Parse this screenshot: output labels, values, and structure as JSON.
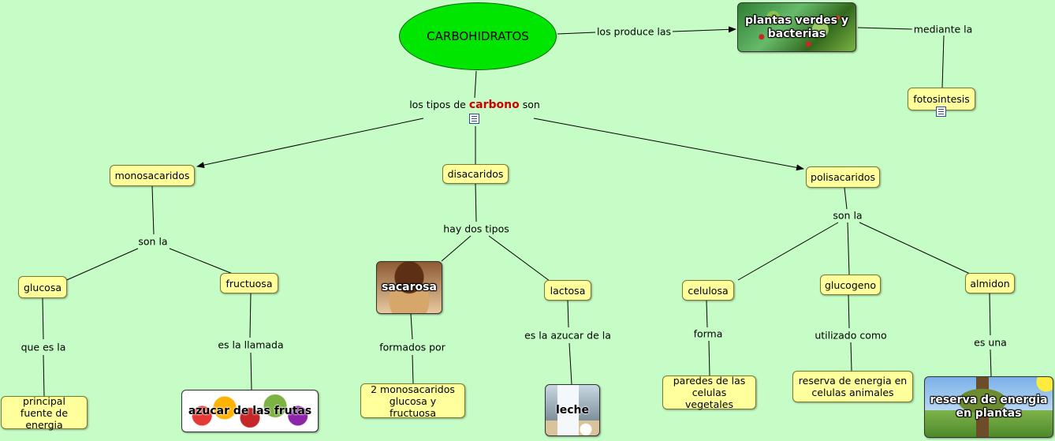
{
  "root": "CARBOHIDRATOS",
  "nodes": {
    "plantas": "plantas verdes y bacterias",
    "fotosintesis": "fotosintesis",
    "monosacaridos": "monosacaridos",
    "disacaridos": "disacaridos",
    "polisacaridos": "polisacaridos",
    "glucosa": "glucosa",
    "fructuosa": "fructuosa",
    "sacarosa": "sacarosa",
    "lactosa": "lactosa",
    "celulosa": "celulosa",
    "glucogeno": "glucogeno",
    "almidon": "almidon",
    "principal": "principal fuente de energia",
    "azucar_frutas": "azucar de las frutas",
    "dos_mono": "2 monosacaridos glucosa y fructuosa",
    "leche": "leche",
    "paredes": "paredes de las celulas vegetales",
    "reserva_animales": "reserva de energia en celulas animales",
    "reserva_plantas": "reserva de energia en plantas"
  },
  "links": {
    "produce": "los produce las",
    "mediante": "mediante la",
    "tipos_pre": "los tipos de",
    "tipos_key": "carbono",
    "tipos_post": "son",
    "son_la_1": "son la",
    "hay_dos": "hay dos tipos",
    "son_la_2": "son la",
    "que_es": "que es la",
    "llamada": "es la llamada",
    "formados": "formados por",
    "azucar_de": "es la azucar de la",
    "forma": "forma",
    "utilizado": "utilizado como",
    "es_una": "es una"
  },
  "colors": {
    "background": "#c6fcc6",
    "concept": "#ffff9c",
    "root": "#00e600",
    "accent": "#d00000"
  }
}
